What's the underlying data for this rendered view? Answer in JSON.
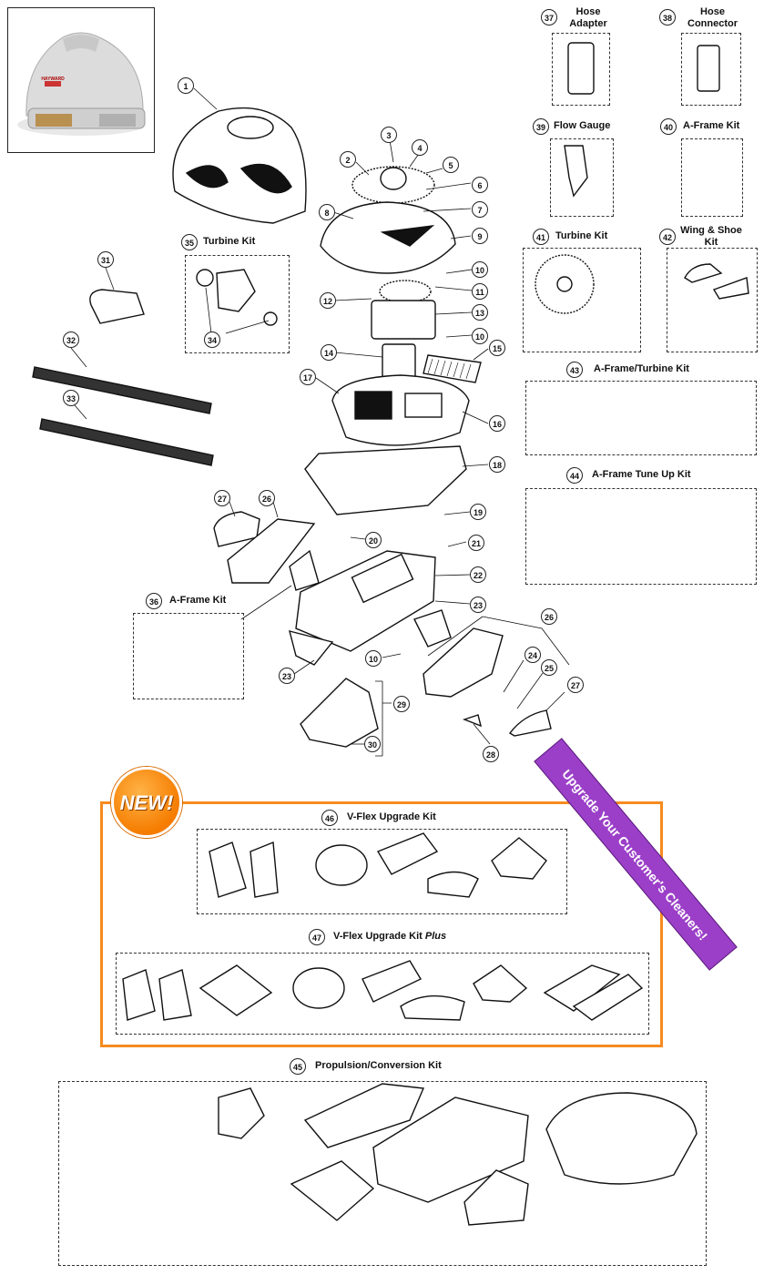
{
  "photo": {
    "brand_text": "HAYWARD"
  },
  "callouts": [
    {
      "n": "1"
    },
    {
      "n": "2"
    },
    {
      "n": "3"
    },
    {
      "n": "4"
    },
    {
      "n": "5"
    },
    {
      "n": "6"
    },
    {
      "n": "7"
    },
    {
      "n": "8"
    },
    {
      "n": "9"
    },
    {
      "n": "10"
    },
    {
      "n": "11"
    },
    {
      "n": "12"
    },
    {
      "n": "13"
    },
    {
      "n": "10"
    },
    {
      "n": "14"
    },
    {
      "n": "15"
    },
    {
      "n": "17"
    },
    {
      "n": "16"
    },
    {
      "n": "18"
    },
    {
      "n": "19"
    },
    {
      "n": "27"
    },
    {
      "n": "26"
    },
    {
      "n": "20"
    },
    {
      "n": "21"
    },
    {
      "n": "22"
    },
    {
      "n": "23"
    },
    {
      "n": "23"
    },
    {
      "n": "10"
    },
    {
      "n": "26"
    },
    {
      "n": "24"
    },
    {
      "n": "25"
    },
    {
      "n": "27"
    },
    {
      "n": "29"
    },
    {
      "n": "30"
    },
    {
      "n": "28"
    },
    {
      "n": "31"
    },
    {
      "n": "32"
    },
    {
      "n": "33"
    },
    {
      "n": "34"
    }
  ],
  "kits": [
    {
      "n": "35",
      "label": "Turbine Kit"
    },
    {
      "n": "36",
      "label": "A-Frame Kit"
    },
    {
      "n": "37",
      "label": "Hose\nAdapter"
    },
    {
      "n": "38",
      "label": "Hose\nConnector"
    },
    {
      "n": "39",
      "label": "Flow Gauge"
    },
    {
      "n": "40",
      "label": "A-Frame Kit"
    },
    {
      "n": "41",
      "label": "Turbine Kit"
    },
    {
      "n": "42",
      "label": "Wing & Shoe\nKit"
    },
    {
      "n": "43",
      "label": "A-Frame/Turbine Kit"
    },
    {
      "n": "44",
      "label": "A-Frame Tune Up Kit"
    },
    {
      "n": "46",
      "label": "V-Flex Upgrade Kit"
    },
    {
      "n": "47",
      "label": "V-Flex Upgrade Kit",
      "label_em": "Plus"
    },
    {
      "n": "45",
      "label": "Propulsion/Conversion Kit"
    }
  ],
  "promo": {
    "badge": "NEW!",
    "banner": "Upgrade Your Customer's Cleaners!",
    "badge_color": "#f57c00",
    "banner_color": "#9b3fc8",
    "frame_color": "#f68b1f"
  }
}
